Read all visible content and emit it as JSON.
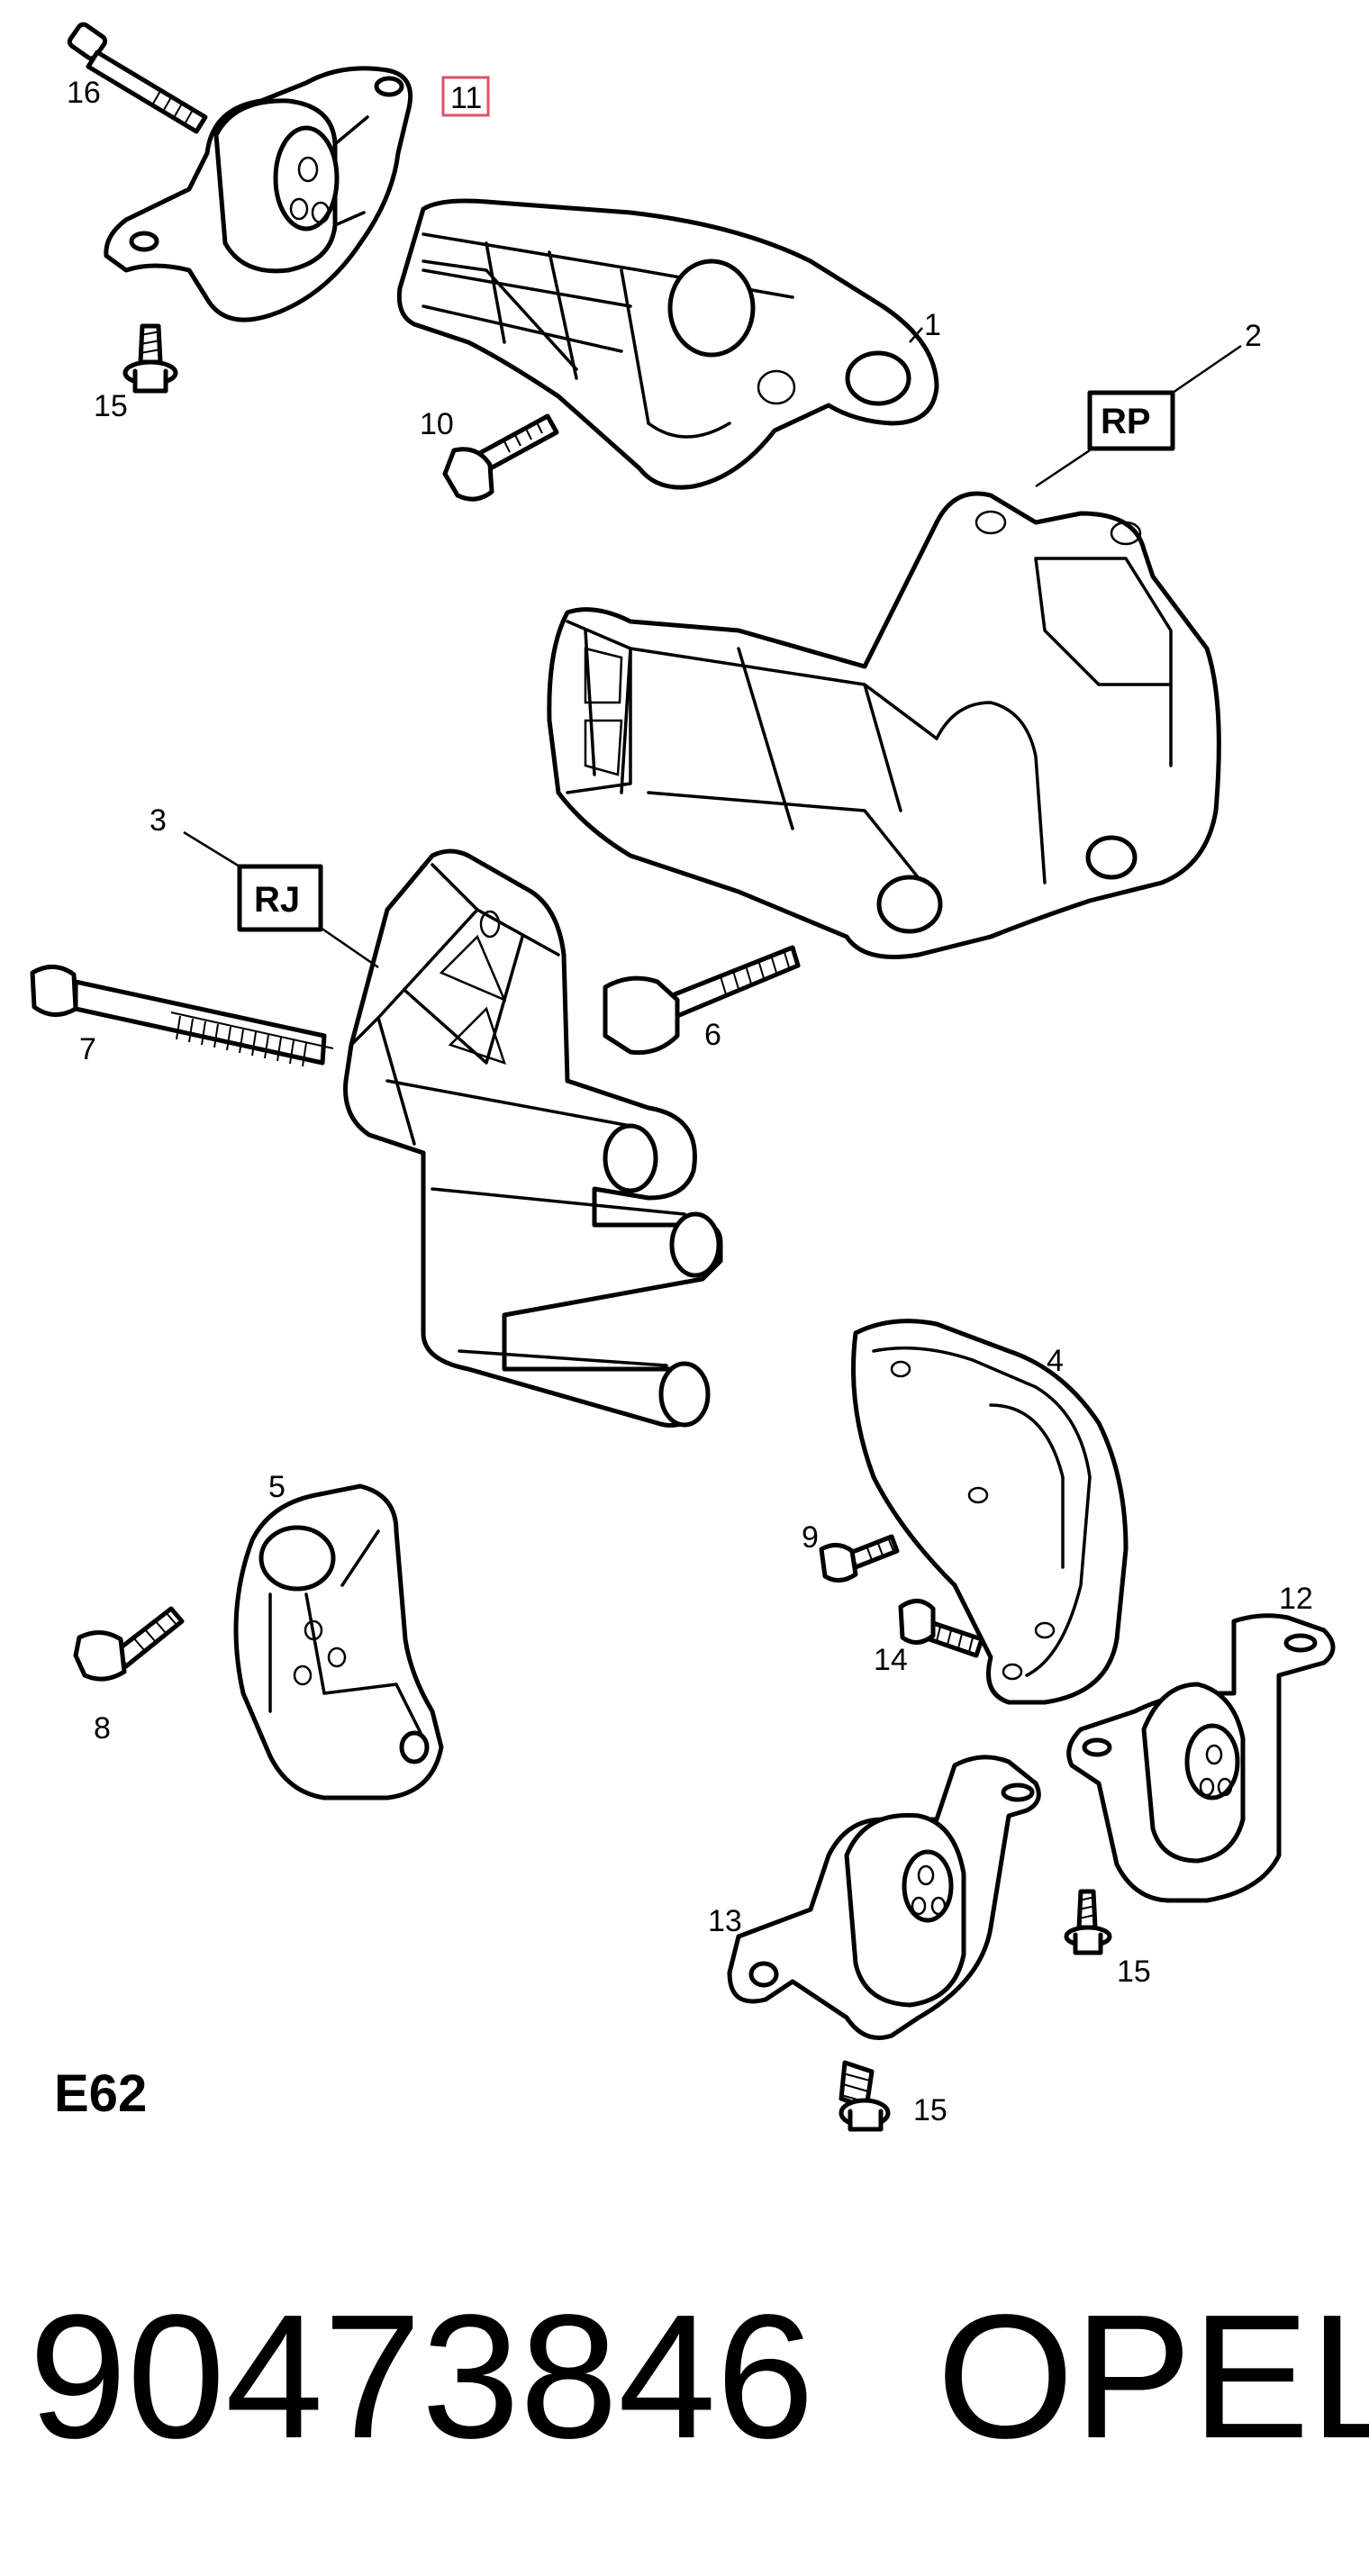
{
  "diagram": {
    "section_code": "E62",
    "part_number": "90473846",
    "brand": "OPEL",
    "code_boxes": {
      "rp": "RP",
      "rj": "RJ"
    },
    "callouts": {
      "p1": "1",
      "p2": "2",
      "p3": "3",
      "p4": "4",
      "p5": "5",
      "p6": "6",
      "p7": "7",
      "p8": "8",
      "p9": "9",
      "p10": "10",
      "p11": "11",
      "p12": "12",
      "p13": "13",
      "p14": "14",
      "p15a": "15",
      "p15b": "15",
      "p15c": "15",
      "p16": "16"
    },
    "highlight_color": "#e0506a"
  }
}
